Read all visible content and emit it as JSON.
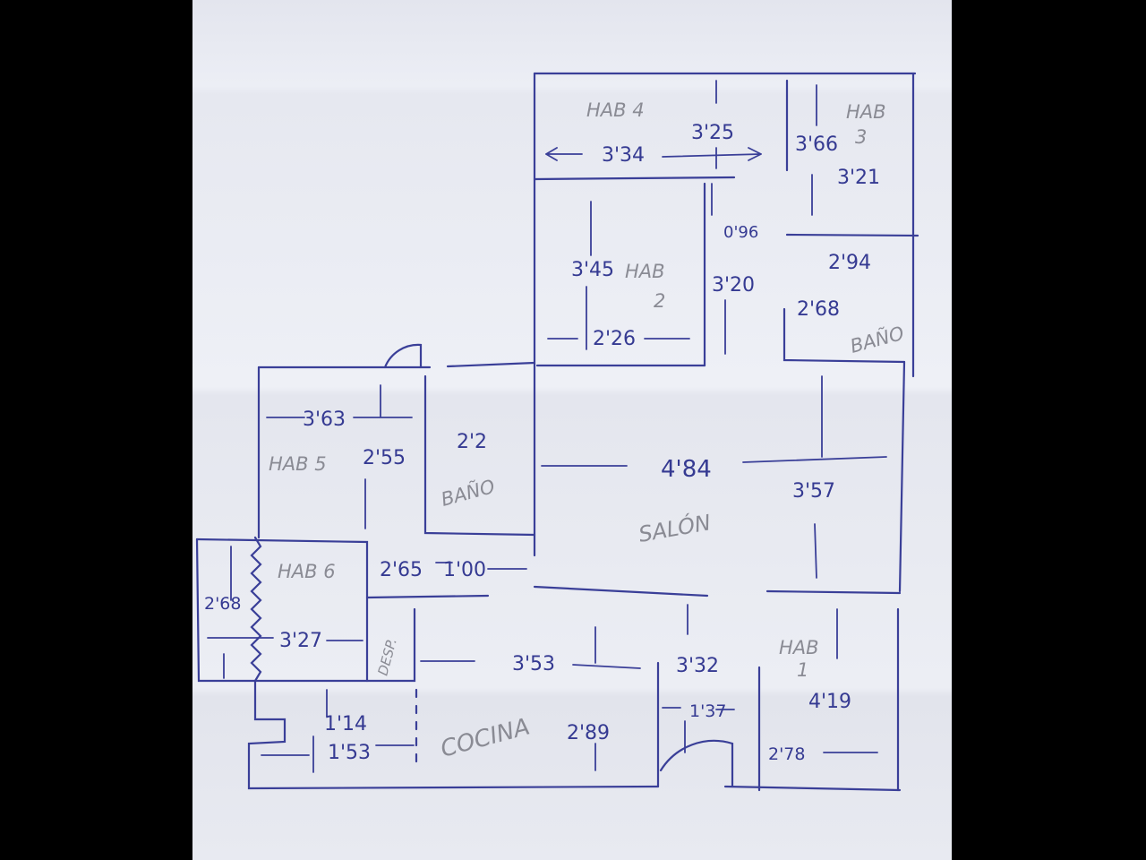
{
  "rooms": {
    "hab4": "HAB 4",
    "hab3_a": "HAB",
    "hab3_b": "3",
    "hab2_a": "HAB",
    "hab2_b": "2",
    "bano_top": "BAÑO",
    "hab5": "HAB 5",
    "bano_left": "BAÑO",
    "salon": "SALÓN",
    "hab6": "HAB 6",
    "desp": "DESP.",
    "cocina": "COCINA",
    "hab1_a": "HAB",
    "hab1_b": "1"
  },
  "dimensions": {
    "d334": "3'34",
    "d325": "3'25",
    "d366": "3'66",
    "d321": "3'21",
    "d096": "0'96",
    "d294": "2'94",
    "d345": "3'45",
    "d320": "3'20",
    "d226": "2'26",
    "d268a": "2'68",
    "d363": "3'63",
    "d255": "2'55",
    "d22": "2'2",
    "d484": "4'84",
    "d357": "3'57",
    "d265": "2'65",
    "d100": "1'00",
    "d268b": "2'68",
    "d327": "3'27",
    "d353": "3'53",
    "d332": "3'32",
    "d419": "4'19",
    "d114": "1'14",
    "d153": "1'53",
    "d289": "2'89",
    "d137": "1'37",
    "d278": "2'78"
  }
}
